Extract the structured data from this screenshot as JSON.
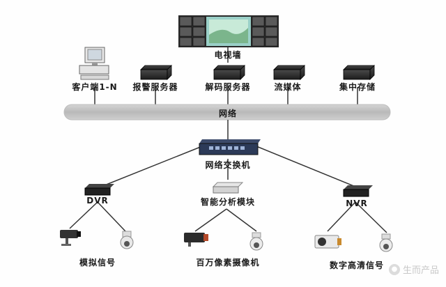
{
  "diagram": {
    "video_wall": "电视墙",
    "network": "网络",
    "top_nodes": [
      {
        "label": "客户端1-N",
        "icon": "computer-icon"
      },
      {
        "label": "报警服务器",
        "icon": "server-icon"
      },
      {
        "label": "解码服务器",
        "icon": "server-icon"
      },
      {
        "label": "流媒体",
        "icon": "server-icon"
      },
      {
        "label": "集中存储",
        "icon": "server-icon"
      }
    ],
    "switch": "网络交换机",
    "dvr": "DVR",
    "analysis_module": "智能分析模块",
    "nvr": "NVR",
    "camera_groups": [
      {
        "label": "模拟信号"
      },
      {
        "label": "百万像素摄像机"
      },
      {
        "label": "数字高清信号"
      }
    ]
  },
  "watermark": "生而产品"
}
